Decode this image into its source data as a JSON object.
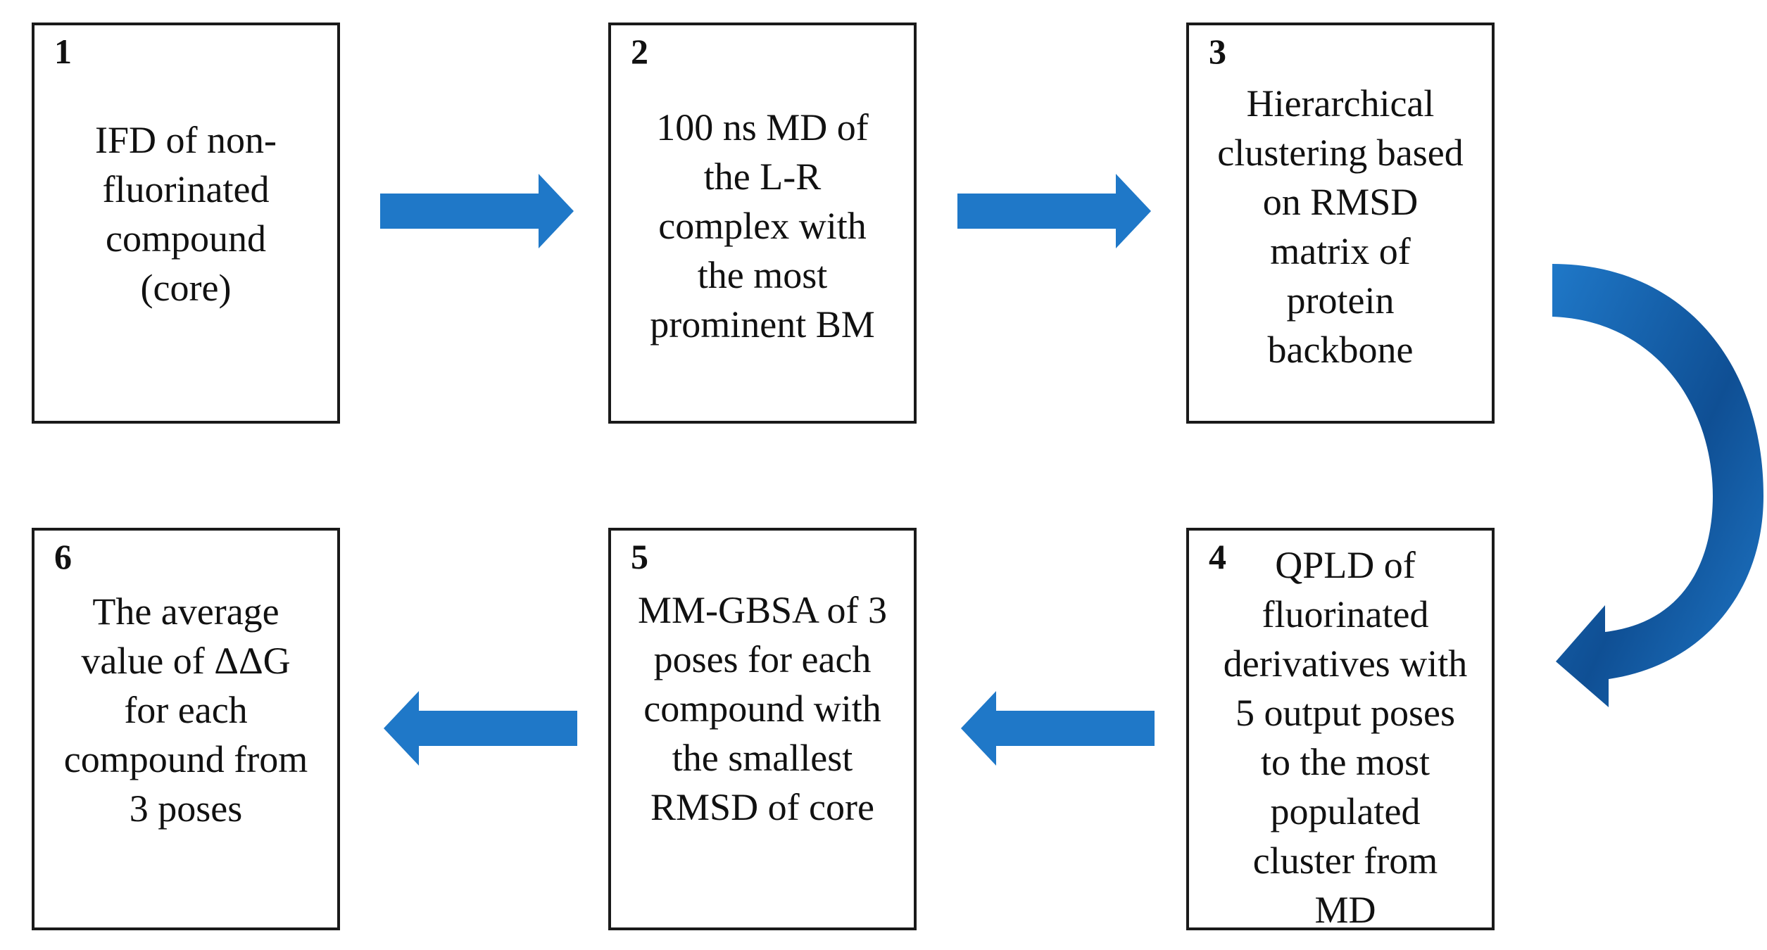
{
  "colors": {
    "arrow_blue": "#1f78c8",
    "arrow_curve_dark": "#0f4f94",
    "box_border": "#1a1a1a"
  },
  "steps": [
    {
      "number": "1",
      "text": "IFD of non-\nfluorinated\ncompound\n(core)"
    },
    {
      "number": "2",
      "text": "100 ns MD of\nthe L-R\ncomplex with\nthe most\nprominent BM"
    },
    {
      "number": "3",
      "text": "Hierarchical\nclustering based\non RMSD\nmatrix of\nprotein\nbackbone"
    },
    {
      "number": "4",
      "text": "QPLD of\nfluorinated\nderivatives with\n5 output poses\nto the most\npopulated\ncluster from\nMD"
    },
    {
      "number": "5",
      "text": "MM-GBSA of 3\nposes for each\ncompound with\nthe smallest\nRMSD of core"
    },
    {
      "number": "6",
      "text": "The average\nvalue of ΔΔG\nfor each\ncompound from\n3 poses"
    }
  ],
  "arrows": [
    {
      "from": "1",
      "to": "2",
      "direction": "right"
    },
    {
      "from": "2",
      "to": "3",
      "direction": "right"
    },
    {
      "from": "3",
      "to": "4",
      "direction": "curved-down"
    },
    {
      "from": "4",
      "to": "5",
      "direction": "left"
    },
    {
      "from": "5",
      "to": "6",
      "direction": "left"
    }
  ]
}
